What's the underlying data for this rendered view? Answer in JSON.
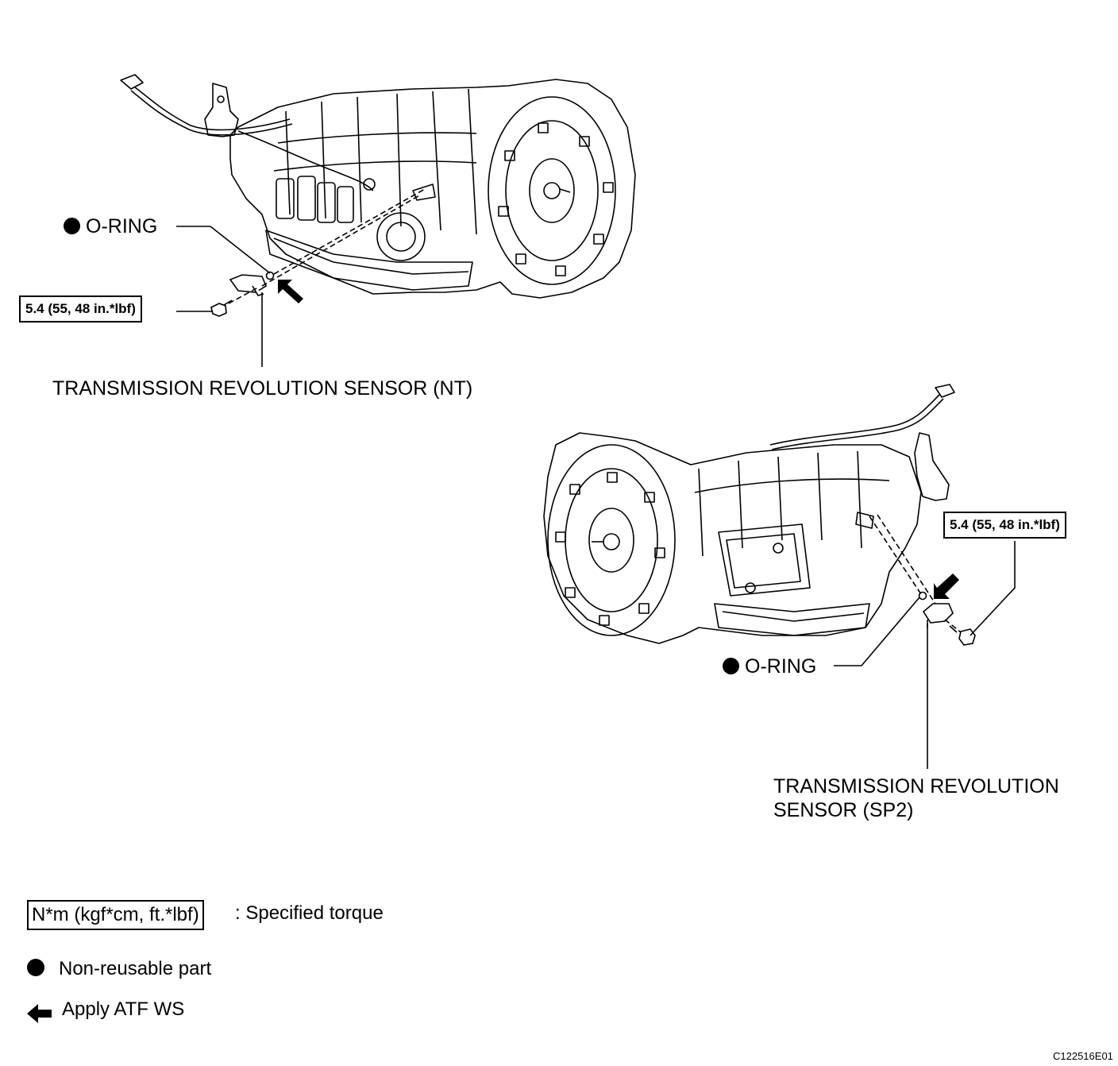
{
  "upper": {
    "oring_label": "O-RING",
    "torque_label": "5.4 (55, 48 in.*lbf)",
    "sensor_label": "TRANSMISSION REVOLUTION SENSOR (NT)"
  },
  "lower": {
    "oring_label": "O-RING",
    "torque_label": "5.4 (55, 48 in.*lbf)",
    "sensor_label_line1": "TRANSMISSION REVOLUTION",
    "sensor_label_line2": "SENSOR (SP2)"
  },
  "legend": {
    "torque_unit": "N*m (kgf*cm, ft.*lbf)",
    "torque_desc": ": Specified torque",
    "nonreusable": "Non-reusable part",
    "atf": "Apply ATF WS"
  },
  "figure_code": "C122516E01"
}
